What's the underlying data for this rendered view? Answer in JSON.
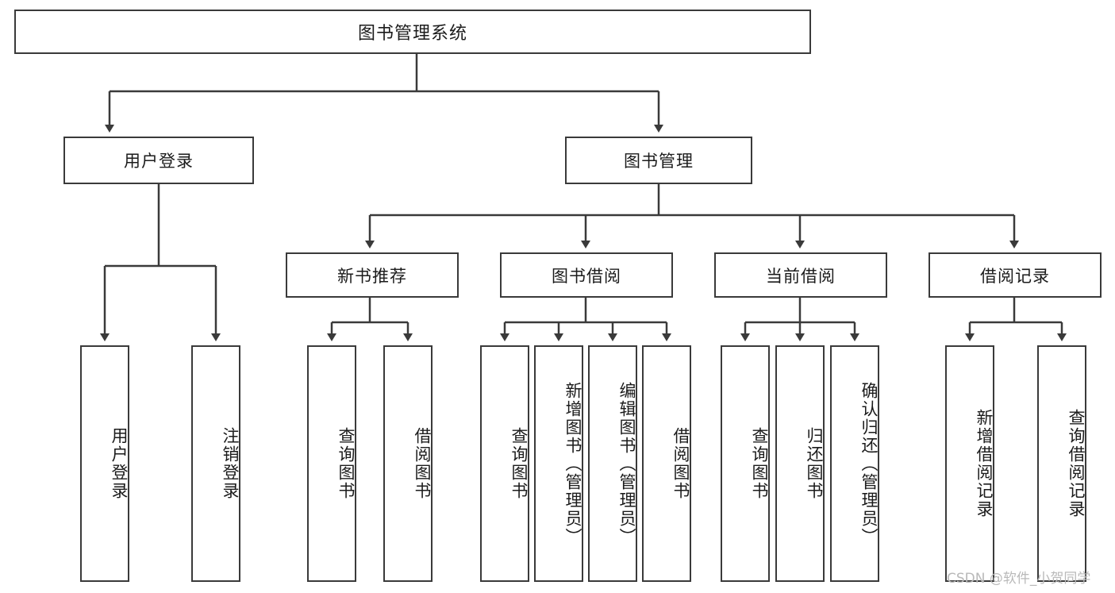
{
  "diagram": {
    "title": "图书管理系统",
    "type": "tree",
    "orientation": "top-down",
    "colors": {
      "background": "#ffffff",
      "box_border": "#3a3a3a",
      "box_fill": "#ffffff",
      "edge": "#3a3a3a",
      "text": "#1b1b1b",
      "watermark": "#b9b9b9"
    },
    "root": {
      "label": "图书管理系统",
      "orientation": "horizontal"
    },
    "level2": [
      {
        "id": "user-login",
        "label": "用户登录",
        "orientation": "horizontal"
      },
      {
        "id": "book-manage",
        "label": "图书管理",
        "orientation": "horizontal"
      }
    ],
    "level3": [
      {
        "id": "new-book-recommend",
        "label": "新书推荐",
        "orientation": "horizontal",
        "parent": "book-manage"
      },
      {
        "id": "book-borrow",
        "label": "图书借阅",
        "orientation": "horizontal",
        "parent": "book-manage"
      },
      {
        "id": "current-borrow",
        "label": "当前借阅",
        "orientation": "horizontal",
        "parent": "book-manage"
      },
      {
        "id": "borrow-record",
        "label": "借阅记录",
        "orientation": "horizontal",
        "parent": "book-manage"
      }
    ],
    "leaves": [
      {
        "id": "leaf-user-login",
        "label": "用户登录",
        "parent": "user-login",
        "orientation": "vertical"
      },
      {
        "id": "leaf-logout-login",
        "label": "注销登录",
        "parent": "user-login",
        "orientation": "vertical"
      },
      {
        "id": "leaf-query-book-1",
        "label": "查询图书",
        "parent": "new-book-recommend",
        "orientation": "vertical"
      },
      {
        "id": "leaf-borrow-book-1",
        "label": "借阅图书",
        "parent": "new-book-recommend",
        "orientation": "vertical"
      },
      {
        "id": "leaf-query-book-2",
        "label": "查询图书",
        "parent": "book-borrow",
        "orientation": "vertical"
      },
      {
        "id": "leaf-add-book",
        "label": "新增图书（管理员）",
        "parent": "book-borrow",
        "orientation": "vertical"
      },
      {
        "id": "leaf-edit-book",
        "label": "编辑图书（管理员）",
        "parent": "book-borrow",
        "orientation": "vertical"
      },
      {
        "id": "leaf-borrow-book-2",
        "label": "借阅图书",
        "parent": "book-borrow",
        "orientation": "vertical"
      },
      {
        "id": "leaf-query-book-3",
        "label": "查询图书",
        "parent": "current-borrow",
        "orientation": "vertical"
      },
      {
        "id": "leaf-return-book",
        "label": "归还图书",
        "parent": "current-borrow",
        "orientation": "vertical"
      },
      {
        "id": "leaf-confirm-return",
        "label": "确认归还（管理员）",
        "parent": "current-borrow",
        "orientation": "vertical"
      },
      {
        "id": "leaf-add-record",
        "label": "新增借阅记录",
        "parent": "borrow-record",
        "orientation": "vertical"
      },
      {
        "id": "leaf-query-record",
        "label": "查询借阅记录",
        "parent": "borrow-record",
        "orientation": "vertical"
      }
    ],
    "watermark": "CSDN @软件_小贺同学"
  }
}
